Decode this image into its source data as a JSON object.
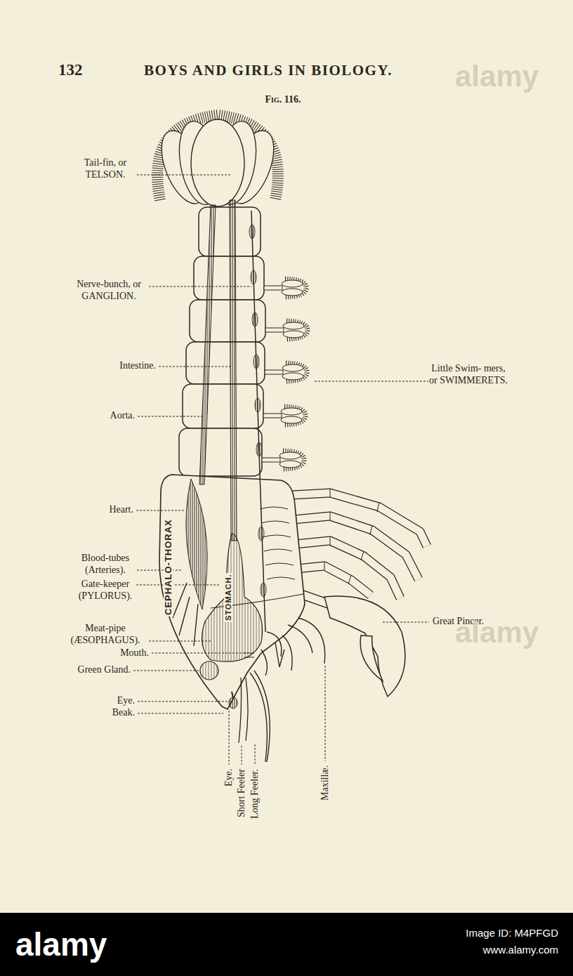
{
  "diagram": {
    "title": "BOYS AND GIRLS IN BIOLOGY.",
    "caption": "Fig. 116.",
    "labels": [
      "132",
      "Tail-fin, or TELSON.",
      "Nerve-bunch, or GANGLION.",
      "Intestine.",
      "Aorta.",
      "Heart.",
      "Blood-tubes (Arteries).",
      "Gate-keeper (PYLORUS).",
      "Meat-pipe (ÆSOPHAGUS).",
      "Mouth.",
      "Green Gland.",
      "Eye.",
      "Beak.",
      "Little Swim- mers, or SWIMMERETS.",
      "Great Pincer.",
      "CEPHALO-THORAX",
      "STOMACH.",
      "Eye.",
      "Short Feeler",
      "Long Feeler.",
      "Maxillæ.",
      "alamy",
      "alamy",
      "alamy",
      "Image ID: M4PFGD",
      "www.alamy.com"
    ]
  }
}
